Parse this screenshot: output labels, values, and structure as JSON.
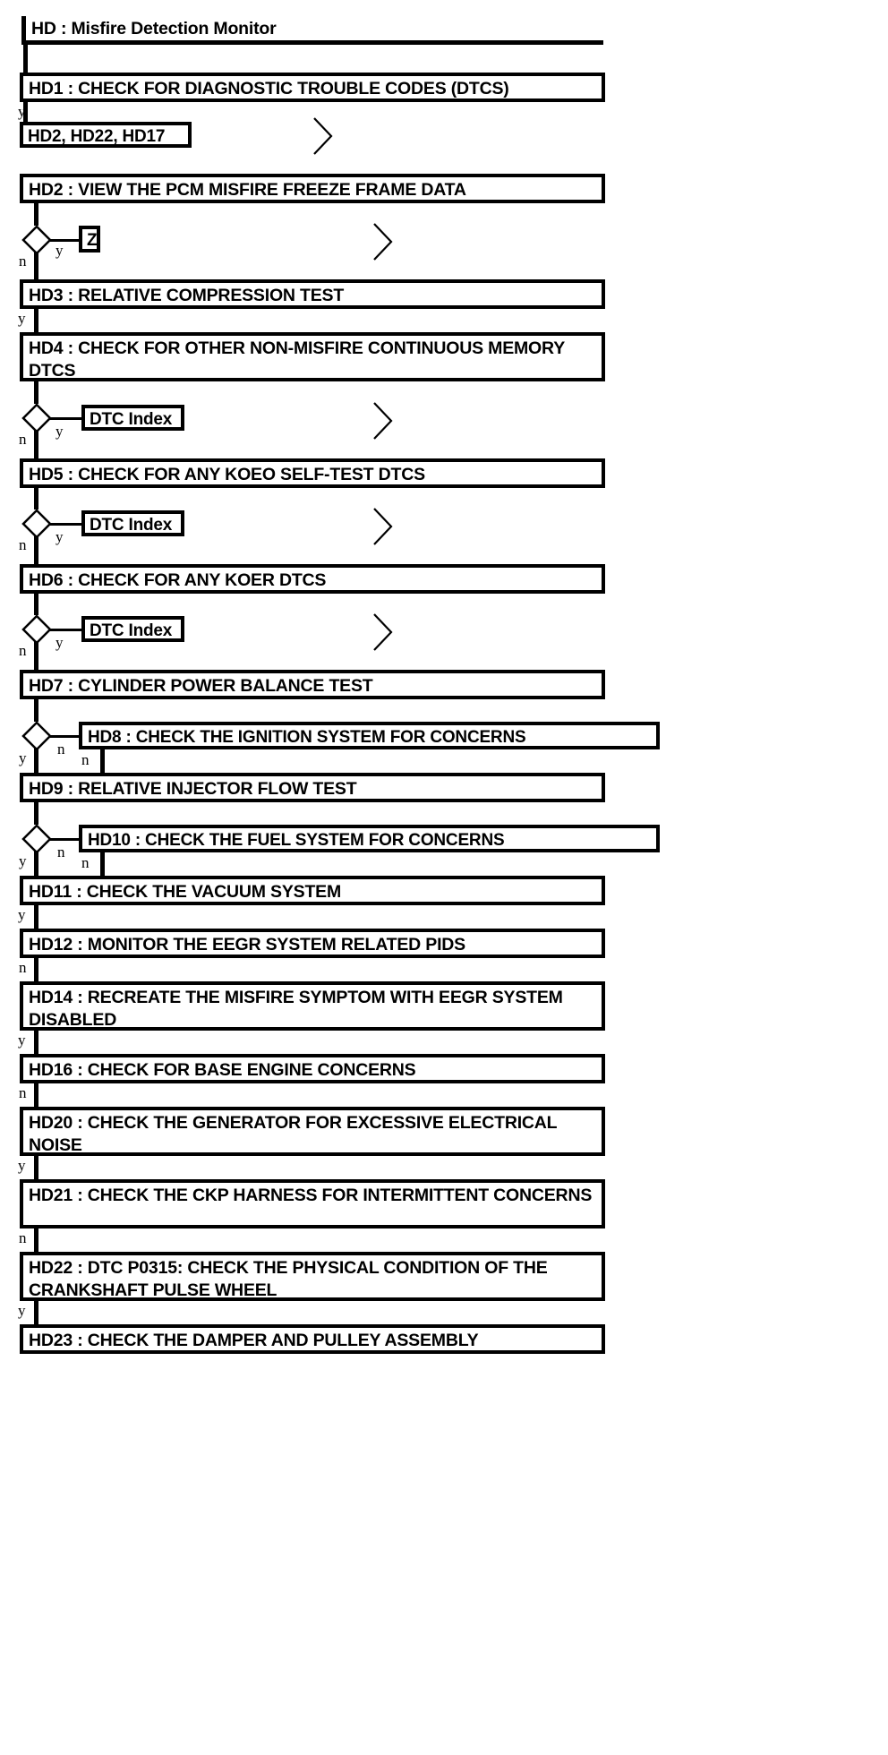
{
  "diagram": {
    "title": "HD : Misfire Detection Monitor",
    "type": "flowchart",
    "nodes": [
      {
        "id": "HD",
        "label": "HD : Misfire Detection Monitor"
      },
      {
        "id": "HD1",
        "label": "HD1 : CHECK FOR DIAGNOSTIC TROUBLE CODES (DTCS)"
      },
      {
        "id": "REF1",
        "label": "HD2, HD22, HD17"
      },
      {
        "id": "HD2",
        "label": "HD2 : VIEW THE PCM MISFIRE FREEZE FRAME DATA"
      },
      {
        "id": "REFZ",
        "label": "Z"
      },
      {
        "id": "HD3",
        "label": "HD3 : RELATIVE COMPRESSION TEST"
      },
      {
        "id": "HD4",
        "label": "HD4 : CHECK FOR OTHER NON-MISFIRE CONTINUOUS MEMORY DTCS"
      },
      {
        "id": "DTC1",
        "label": "DTC Index"
      },
      {
        "id": "HD5",
        "label": "HD5 : CHECK FOR ANY KOEO SELF-TEST DTCS"
      },
      {
        "id": "DTC2",
        "label": "DTC Index"
      },
      {
        "id": "HD6",
        "label": "HD6 : CHECK FOR ANY KOER DTCS"
      },
      {
        "id": "DTC3",
        "label": "DTC Index"
      },
      {
        "id": "HD7",
        "label": "HD7 : CYLINDER POWER BALANCE TEST"
      },
      {
        "id": "HD8",
        "label": "HD8 : CHECK THE IGNITION SYSTEM FOR CONCERNS"
      },
      {
        "id": "HD9",
        "label": "HD9 : RELATIVE INJECTOR FLOW TEST"
      },
      {
        "id": "HD10",
        "label": "HD10 : CHECK THE FUEL SYSTEM FOR CONCERNS"
      },
      {
        "id": "HD11",
        "label": "HD11 : CHECK THE VACUUM SYSTEM"
      },
      {
        "id": "HD12",
        "label": "HD12 : MONITOR THE EEGR SYSTEM RELATED PIDS"
      },
      {
        "id": "HD14",
        "label": "HD14 : RECREATE THE MISFIRE SYMPTOM WITH EEGR SYSTEM DISABLED"
      },
      {
        "id": "HD16",
        "label": "HD16 : CHECK FOR BASE ENGINE CONCERNS"
      },
      {
        "id": "HD20",
        "label": "HD20 : CHECK THE GENERATOR FOR EXCESSIVE ELECTRICAL NOISE"
      },
      {
        "id": "HD21",
        "label": "HD21 : CHECK THE CKP HARNESS FOR INTERMITTENT CONCERNS"
      },
      {
        "id": "HD22",
        "label": "HD22 : DTC P0315: CHECK THE PHYSICAL CONDITION OF THE CRANKSHAFT PULSE WHEEL"
      },
      {
        "id": "HD23",
        "label": "HD23 : CHECK THE DAMPER AND PULLEY ASSEMBLY"
      }
    ],
    "branch_labels": {
      "yes": "y",
      "no": "n"
    },
    "edges": [
      {
        "from": "HD1",
        "to": "REF1",
        "label": "y"
      },
      {
        "from": "HD2",
        "to": "REFZ",
        "label": "y"
      },
      {
        "from": "HD2",
        "to": "HD3",
        "label": "n"
      },
      {
        "from": "HD3",
        "to": "HD4",
        "label": "y"
      },
      {
        "from": "HD4",
        "to": "DTC1",
        "label": "y"
      },
      {
        "from": "HD4",
        "to": "HD5",
        "label": "n"
      },
      {
        "from": "HD5",
        "to": "DTC2",
        "label": "y"
      },
      {
        "from": "HD5",
        "to": "HD6",
        "label": "n"
      },
      {
        "from": "HD6",
        "to": "DTC3",
        "label": "y"
      },
      {
        "from": "HD6",
        "to": "HD7",
        "label": "n"
      },
      {
        "from": "HD7",
        "to": "HD8",
        "label": "n"
      },
      {
        "from": "HD7",
        "to": "HD9",
        "label": "y"
      },
      {
        "from": "HD8",
        "to": "HD9",
        "label": "n"
      },
      {
        "from": "HD9",
        "to": "HD10",
        "label": "n"
      },
      {
        "from": "HD9",
        "to": "HD11",
        "label": "y"
      },
      {
        "from": "HD10",
        "to": "HD11",
        "label": "n"
      },
      {
        "from": "HD11",
        "to": "HD12",
        "label": "y"
      },
      {
        "from": "HD12",
        "to": "HD14",
        "label": "n"
      },
      {
        "from": "HD14",
        "to": "HD16",
        "label": "y"
      },
      {
        "from": "HD16",
        "to": "HD20",
        "label": "n"
      },
      {
        "from": "HD20",
        "to": "HD21",
        "label": "y"
      },
      {
        "from": "HD21",
        "to": "HD22",
        "label": "n"
      },
      {
        "from": "HD22",
        "to": "HD23",
        "label": "y"
      }
    ],
    "colors": {
      "stroke": "#000000",
      "fill": "#ffffff",
      "text": "#000000"
    }
  }
}
